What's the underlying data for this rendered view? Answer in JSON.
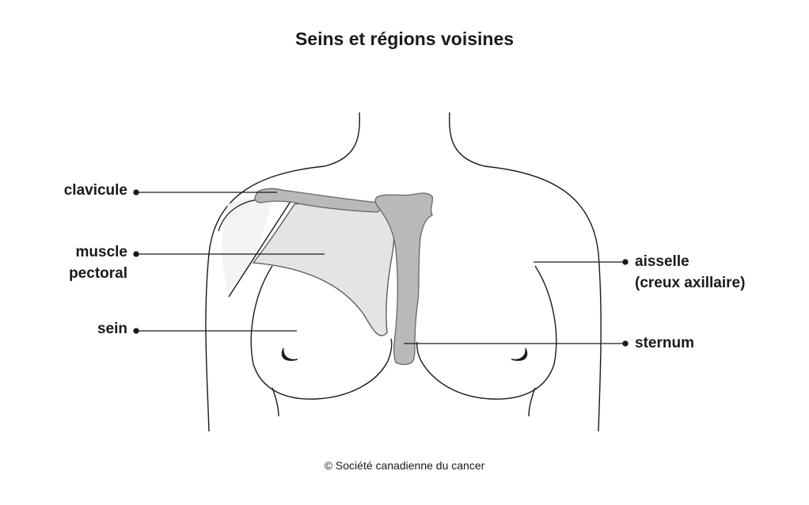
{
  "title": "Seins et régions voisines",
  "labels": {
    "clavicule": "clavicule",
    "muscle_line1": "muscle",
    "muscle_line2": "pectoral",
    "sein": "sein",
    "aisselle_line1": "aisselle",
    "aisselle_line2": "(creux axillaire)",
    "sternum": "sternum"
  },
  "copyright": "© Société canadienne du cancer",
  "colors": {
    "outline": "#1a1a1a",
    "muscle_fill": "#e4e4e4",
    "muscle_light_fill": "#f3f3f3",
    "bone_fill": "#b9b9b9",
    "bone_stroke": "#666666"
  }
}
